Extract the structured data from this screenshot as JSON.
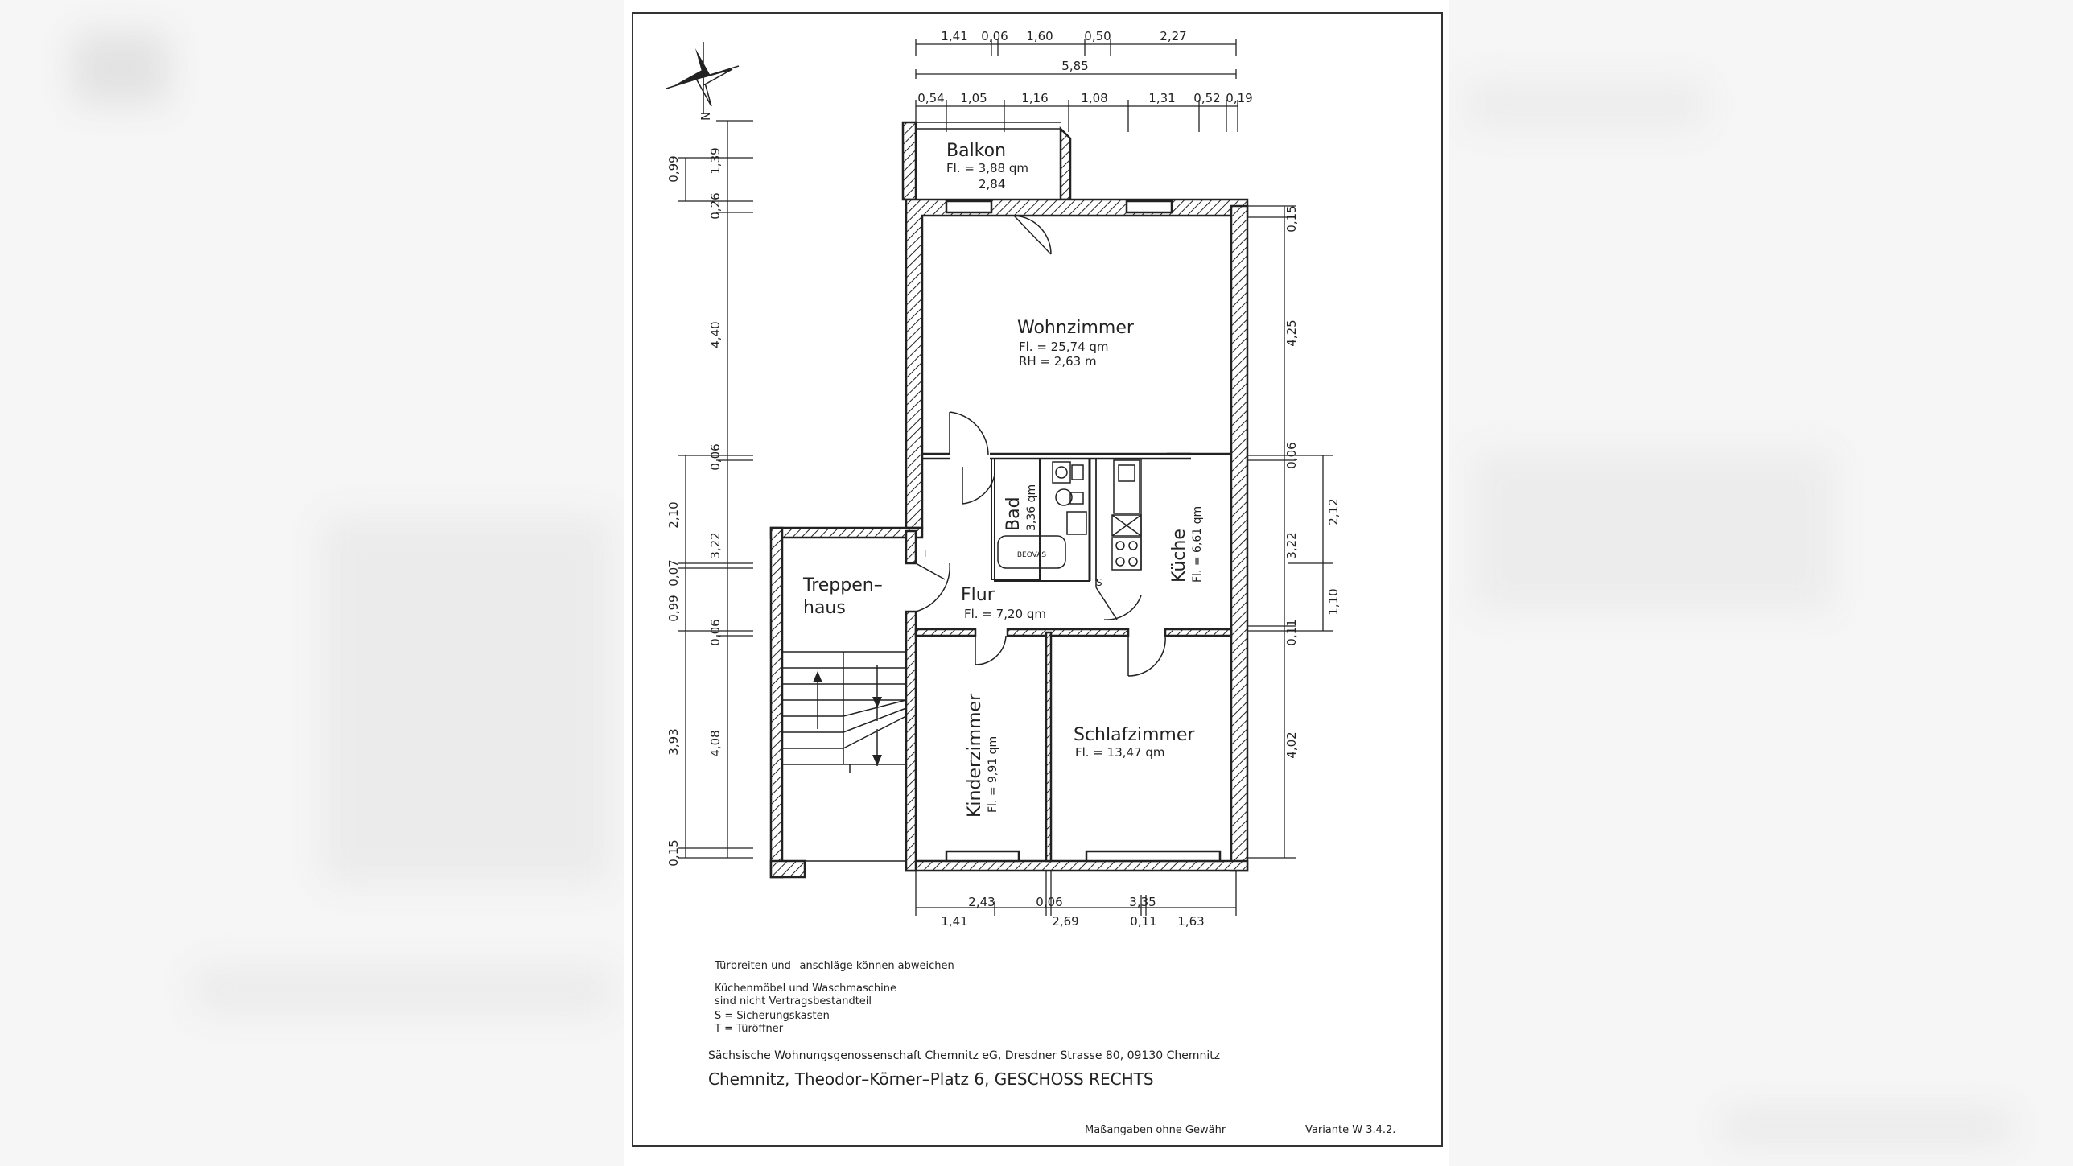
{
  "north": {
    "label": "N"
  },
  "dims": {
    "top_row1": [
      "1,41",
      "0,06",
      "1,60",
      "0,50",
      "2,27"
    ],
    "top_total": "5,85",
    "top_row3": [
      "0,54",
      "1,05",
      "1,16",
      "1,08",
      "1,31",
      "0,52",
      "0,19"
    ],
    "left_outer": [
      "0,99",
      "2,10",
      "0,07",
      "0,99",
      "3,93",
      "0,15"
    ],
    "left_inner": [
      "1,39",
      "0,26",
      "4,40",
      "0,06",
      "3,22",
      "0,06",
      "4,08"
    ],
    "right_inner": [
      "0,15",
      "4,25",
      "0,06",
      "3,22",
      "0,11",
      "4,02"
    ],
    "right_outer": [
      "2,12",
      "1,10"
    ],
    "bottom_row1": [
      "2,43",
      "0,06",
      "3,35"
    ],
    "bottom_row2": [
      "1,41",
      "2,69",
      "0,11",
      "1,63"
    ]
  },
  "rooms": {
    "balkon": {
      "name": "Balkon",
      "area": "Fl. = 3,88 qm",
      "width": "2,84"
    },
    "wohnzimmer": {
      "name": "Wohnzimmer",
      "area": "Fl. = 25,74 qm",
      "height": "RH = 2,63 m"
    },
    "bad": {
      "name": "Bad",
      "area": "3,36 qm"
    },
    "kueche": {
      "name": "Küche",
      "area": "Fl. = 6,61 qm"
    },
    "treppenhaus": {
      "line1": "Treppen–",
      "line2": "haus"
    },
    "flur": {
      "name": "Flur",
      "area": "Fl. = 7,20 qm"
    },
    "kinderzimmer": {
      "name": "Kinderzimmer",
      "area": "Fl. = 9,91 qm"
    },
    "schlafzimmer": {
      "name": "Schlafzimmer",
      "area": "Fl. = 13,47 qm"
    }
  },
  "markers": {
    "t": "T",
    "s": "S",
    "bath": "BEOVAS"
  },
  "notes": {
    "line1": "Türbreiten und –anschläge können abweichen",
    "line2": "Küchenmöbel und Waschmaschine",
    "line3": "sind nicht Vertragsbestandteil",
    "line4": "S = Sicherungskasten",
    "line5": "T = Türöffner"
  },
  "footer": {
    "company": "Sächsische Wohnungsgenossenschaft Chemnitz eG, Dresdner Strasse 80, 09130 Chemnitz",
    "address": "Chemnitz, Theodor–Körner–Platz 6, GESCHOSS RECHTS",
    "disclaimer": "Maßangaben ohne Gewähr",
    "variant": "Variante W 3.4.2."
  }
}
